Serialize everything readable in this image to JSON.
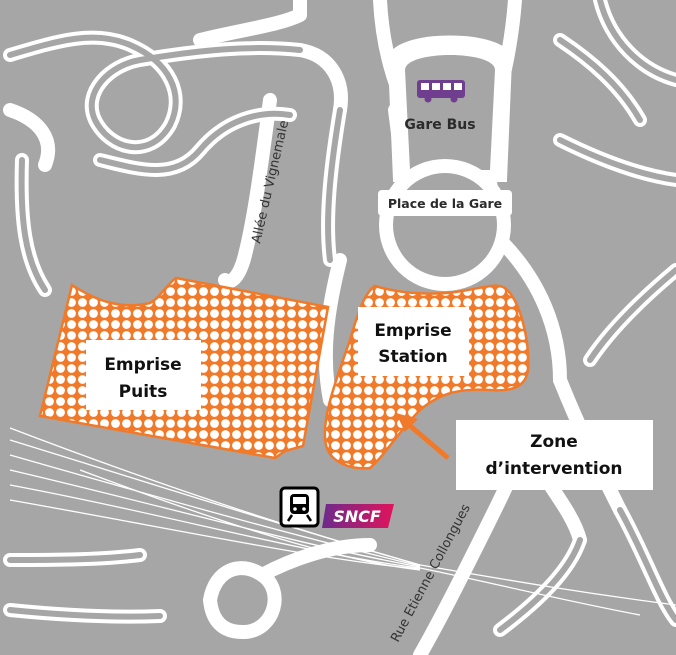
{
  "map": {
    "labels": {
      "gare_bus": "Gare Bus",
      "place_de_la_gare": "Place de la Gare",
      "allee_du_vignemale": "Allée du Vignemale",
      "rue_etienne_collongues": "Rue Etienne Collongues"
    },
    "zones": {
      "emprise_puits": [
        "Emprise",
        "Puits"
      ],
      "emprise_station": [
        "Emprise",
        "Station"
      ]
    },
    "callout": [
      "Zone",
      "d’intervention"
    ],
    "logo": {
      "text": "SNCF"
    },
    "colors": {
      "background": "#a6a6a6",
      "road": "#ffffff",
      "zone": "#f07a2a",
      "bus_icon": "#6f3e8f",
      "sncf_gradient_start": "#6d2a8c",
      "sncf_gradient_end": "#e0145b"
    },
    "icons": [
      "bus-icon",
      "train-icon",
      "sncf-logo",
      "arrow-icon"
    ]
  }
}
